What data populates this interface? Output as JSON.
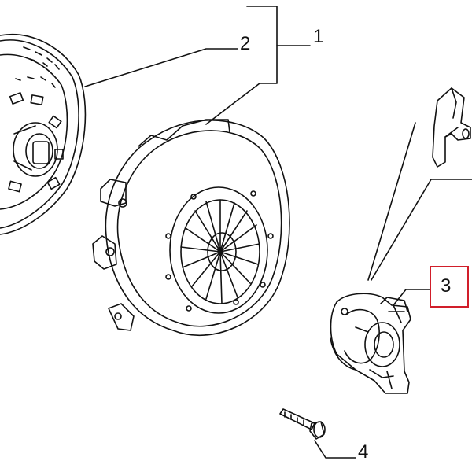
{
  "diagram": {
    "callouts": [
      {
        "id": "1",
        "label": "1"
      },
      {
        "id": "2",
        "label": "2"
      },
      {
        "id": "3",
        "label": "3"
      },
      {
        "id": "4",
        "label": "4"
      }
    ],
    "highlighted_callout": "3",
    "colors": {
      "ink": "#111111",
      "highlight": "#d11e2a",
      "background": "#ffffff"
    }
  }
}
